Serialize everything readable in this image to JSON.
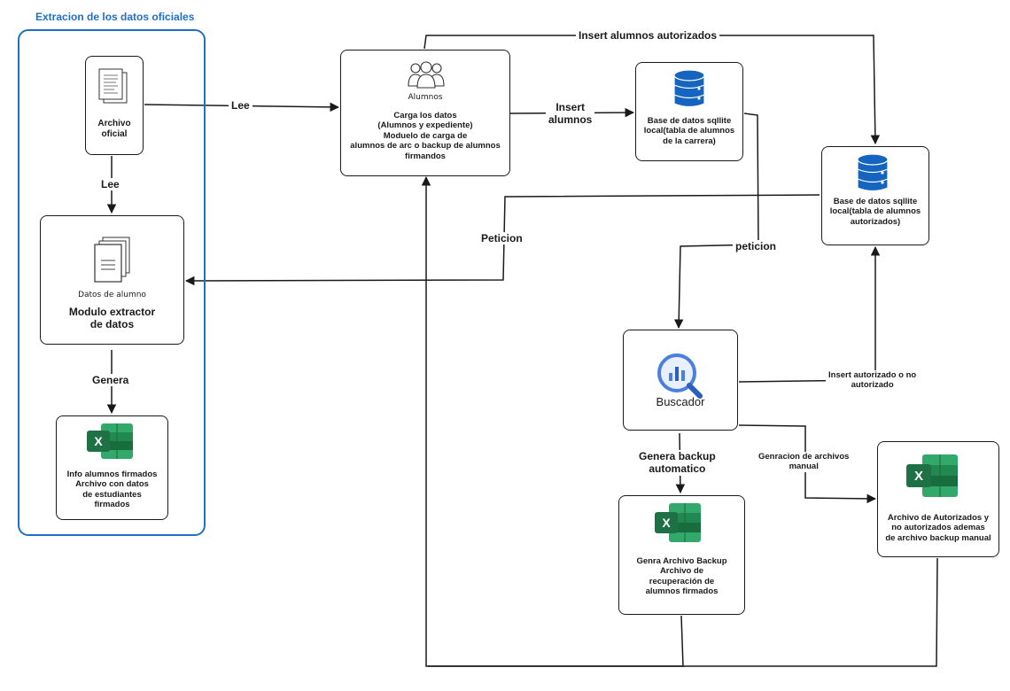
{
  "group": {
    "title": "Extracion de los datos oficiales"
  },
  "nodes": {
    "archivo": {
      "label": "Archivo\noficial"
    },
    "extractor": {
      "icon_caption": "Datos de alumno",
      "label": "Modulo extractor\nde datos"
    },
    "info_firmados": {
      "label": "Info alumnos firmados\nArchivo con datos\nde estudiantes\nfirmados"
    },
    "carga": {
      "icon_caption": "Alumnos",
      "label": "Carga los datos\n(Alumnos y expediente)\nModuelo de carga de\nalumnos de arc o backup de alumnos\nfirmandos"
    },
    "db_carrera": {
      "label": "Base de datos sqllite\nlocal(tabla de alumnos\nde la carrera)"
    },
    "db_autorizados": {
      "label": "Base de datos sqllite\nlocal(tabla de alumnos\nautorizados)"
    },
    "buscador": {
      "label": "Buscador"
    },
    "backup": {
      "label": "Genra Archivo Backup\nArchivo de\nrecuperación de\nalumnos firmados"
    },
    "autorizados_file": {
      "label": "Archivo de Autorizados y\nno autorizados ademas\nde archivo backup manual"
    }
  },
  "edges": {
    "lee_1": "Lee",
    "lee_2": "Lee",
    "genera": "Genera",
    "insert_alumnos": "Insert\nalumnos",
    "insert_autorizados": "Insert alumnos autorizados",
    "peticion_1": "Peticion",
    "peticion_2": "peticion",
    "insert_auto_no": "Insert autorizado o no\nautorizado",
    "genera_backup": "Genera backup\nautomatico",
    "generacion_manual": "Genracion de archivos\nmanual"
  },
  "colors": {
    "group_border": "#1f6fc5",
    "db_blue": "#1565c0",
    "excel_green": "#1e7145"
  }
}
